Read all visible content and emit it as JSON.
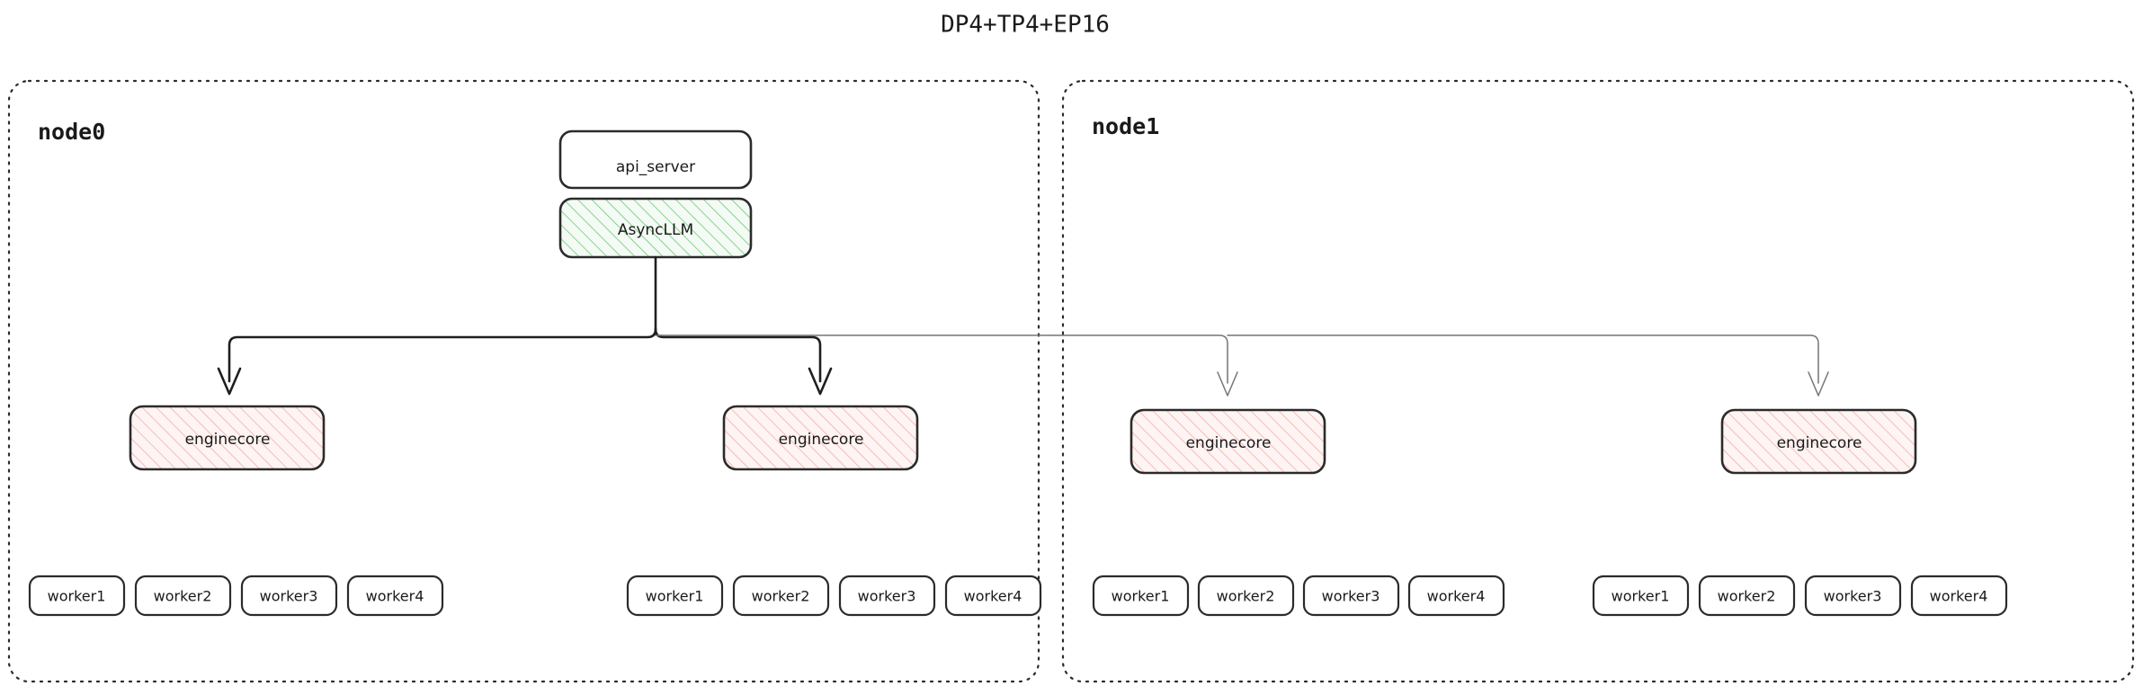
{
  "title": "DP4+TP4+EP16",
  "colors": {
    "background": "#ffffff",
    "stroke_dark": "#2b2b2b",
    "edge_strong": "#1f1f1f",
    "edge_faint": "#757575",
    "hatch_green": "#5cb85c",
    "fill_green": "#f2fbf3",
    "hatch_red": "#f0a49c",
    "fill_red": "#fdf3f2",
    "fill_white": "#ffffff"
  },
  "nodes": [
    {
      "id": "node0",
      "label": "node0",
      "api_server": {
        "label": "api_server"
      },
      "async_llm": {
        "label": "AsyncLLM"
      },
      "enginecores": [
        {
          "label": "enginecore"
        },
        {
          "label": "enginecore"
        }
      ],
      "worker_groups": [
        {
          "workers": [
            "worker1",
            "worker2",
            "worker3",
            "worker4"
          ]
        },
        {
          "workers": [
            "worker1",
            "worker2",
            "worker3",
            "worker4"
          ]
        }
      ]
    },
    {
      "id": "node1",
      "label": "node1",
      "enginecores": [
        {
          "label": "enginecore"
        },
        {
          "label": "enginecore"
        }
      ],
      "worker_groups": [
        {
          "workers": [
            "worker1",
            "worker2",
            "worker3",
            "worker4"
          ]
        },
        {
          "workers": [
            "worker1",
            "worker2",
            "worker3",
            "worker4"
          ]
        }
      ]
    }
  ]
}
